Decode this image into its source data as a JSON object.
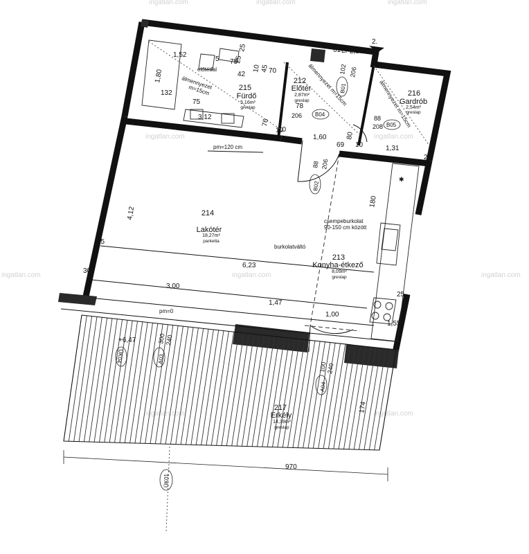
{
  "watermarks": [
    "ingatlan.com",
    "ingatlan.com",
    "ingatlan.com",
    "ingatlan.com",
    "ingatlan.com",
    "ingatlan.com",
    "ingatlan.com",
    "ingatlan.com",
    "ingatlan.com",
    "ingatlan.com"
  ],
  "rooms": {
    "lakoter": {
      "no": "214",
      "name": "Lakótér",
      "area": "18,27m²",
      "floor": "parketta"
    },
    "furdo": {
      "no": "215",
      "name": "Fürdő",
      "area": "5,16m²",
      "floor": "greslap"
    },
    "eloter": {
      "no": "212",
      "name": "Előtér",
      "area": "2,87m²",
      "floor": "greslap"
    },
    "gardrob": {
      "no": "216",
      "name": "Gardrób",
      "area": "2,54m²",
      "floor": "greslap"
    },
    "konyha": {
      "no": "213",
      "name": "Konyha-étkező",
      "area": "8,09m²",
      "floor": "greslap"
    },
    "erkely": {
      "no": "217",
      "name": "Erkély",
      "area": "14,39m²",
      "floor": "greslap"
    }
  },
  "notes": {
    "eloteret": "előtétfal",
    "almenyezet1": "álmennyezet",
    "almenyezet1b": "m=15cm",
    "almenyezet2": "álmennyezet m=15cm",
    "almenyezet3": "álmennyezet m=15cm",
    "pm120": "pm=120 cm",
    "pm0": "pm=0",
    "csempe": "csempeburkolat",
    "csempe2": "90-150 cm között",
    "burkolat": "burkolatváltó",
    "level": "+6,47",
    "north": "2."
  },
  "door_tags": [
    "B01",
    "B02",
    "B04",
    "B05",
    "A03",
    "A04",
    "ÜK04",
    "ÜK01"
  ],
  "dims": {
    "d152": "1,52",
    "d180": "1,80",
    "d132": "132",
    "d75a": "75",
    "d312": "3,12",
    "d75b": "75",
    "d42": "42",
    "d70": "70",
    "d45": "45",
    "d10a": "10",
    "d5": "5",
    "d25top": "25",
    "d25b": "25",
    "d61": "61",
    "del": "El",
    "d230": "2,30",
    "d102": "102",
    "d206a": "206",
    "d78": "78",
    "d206b": "206",
    "d76": "76",
    "d10b": "10",
    "d160": "1,60",
    "d69": "69",
    "d10c": "10",
    "d80": "80",
    "d88a": "88",
    "d206c": "206",
    "d88b": "88",
    "d208": "208",
    "d131": "1,31",
    "d25c": "25",
    "d412": "4,12",
    "d25left": "25",
    "d180k": "180",
    "d623": "6,23",
    "d300": "3,00",
    "d147": "1,47",
    "d100": "1,00",
    "d25d": "25",
    "d155": "1,55",
    "d300b": "300",
    "d240a": "240",
    "d100b": "100",
    "d240b": "240",
    "d174": "174",
    "d970": "970",
    "d10d": "10",
    "d30": "30"
  }
}
